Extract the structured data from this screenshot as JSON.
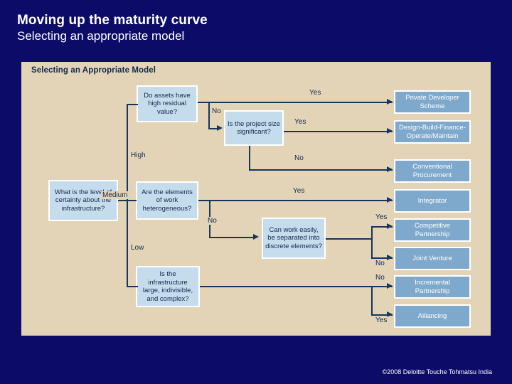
{
  "slide": {
    "title_main": "Moving up the maturity curve",
    "title_sub": "Selecting an appropriate model",
    "footer": "©2008 Deloitte Touche Tohmatsu India",
    "colors": {
      "background": "#0c0b68",
      "panel": "#e3d4b7",
      "decision_box": "#c5dced",
      "outcome_box": "#7fa9cc",
      "line": "#18355c",
      "text_light": "#ffffff",
      "text_dark": "#12294d"
    }
  },
  "diagram": {
    "title": "Selecting an Appropriate Model",
    "decisions": [
      {
        "id": "certainty",
        "text": "What is the level of certainty about the infrastructure?"
      },
      {
        "id": "residual",
        "text": "Do assets have high residual value?"
      },
      {
        "id": "project-size",
        "text": "Is the project size significant?"
      },
      {
        "id": "heterogeneous",
        "text": "Are the elements of work heterogeneous?"
      },
      {
        "id": "discrete",
        "text": "Can work easily, be separated into discrete elements?"
      },
      {
        "id": "large-complex",
        "text": "Is the infrastructure large, indivisible, and complex?"
      }
    ],
    "outcomes": [
      {
        "id": "private-developer-scheme",
        "text": "Private Developer Scheme"
      },
      {
        "id": "dbfom",
        "text": "Design-Build-Finance-Operate/Maintain"
      },
      {
        "id": "conventional-procurement",
        "text": "Conventional Procurement"
      },
      {
        "id": "integrator",
        "text": "Integrator"
      },
      {
        "id": "competitive-partnership",
        "text": "Competitive Partnership"
      },
      {
        "id": "joint-venture",
        "text": "Joint Venture"
      },
      {
        "id": "incremental-partnership",
        "text": "Incremental Partnership"
      },
      {
        "id": "alliancing",
        "text": "Alliancing"
      }
    ],
    "edge_labels": {
      "high": "High",
      "medium": "Medium",
      "low": "Low",
      "residual_no": "No",
      "size_yes": "Yes",
      "size_no": "No",
      "project_yes": "Yes",
      "hetero_yes": "Yes",
      "hetero_no": "No",
      "discrete_yes": "Yes",
      "discrete_no": "No",
      "large_no": "No",
      "large_yes": "Yes"
    }
  }
}
